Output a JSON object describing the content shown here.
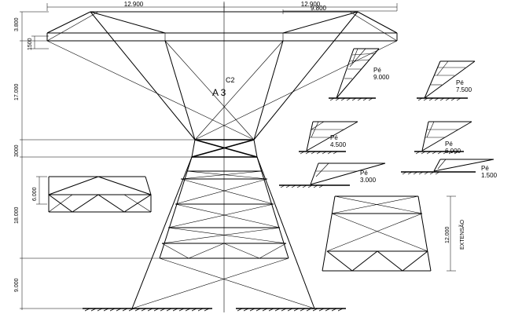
{
  "tower": {
    "code": "C2",
    "type": "A 3"
  },
  "top_dims": {
    "total_width": "12.900",
    "right_width": "12.900",
    "right_inner": "9.800"
  },
  "left_dims": {
    "d1": "3.800",
    "d2": "1500",
    "d3": "17.000",
    "d4": "3000",
    "d5": "18.000",
    "d6": "9.000"
  },
  "panel_left": {
    "dim": "6.000"
  },
  "panel_right": {
    "dim": "12.000",
    "label": "EXTENSÃO"
  },
  "legs": [
    {
      "label": "Pé",
      "value": "9.000"
    },
    {
      "label": "Pé",
      "value": "7.500"
    },
    {
      "label": "Pé",
      "value": "4.500"
    },
    {
      "label": "Pé",
      "value": "6.000"
    },
    {
      "label": "Pé",
      "value": "3.000"
    },
    {
      "label": "Pé",
      "value": "1.500"
    }
  ]
}
